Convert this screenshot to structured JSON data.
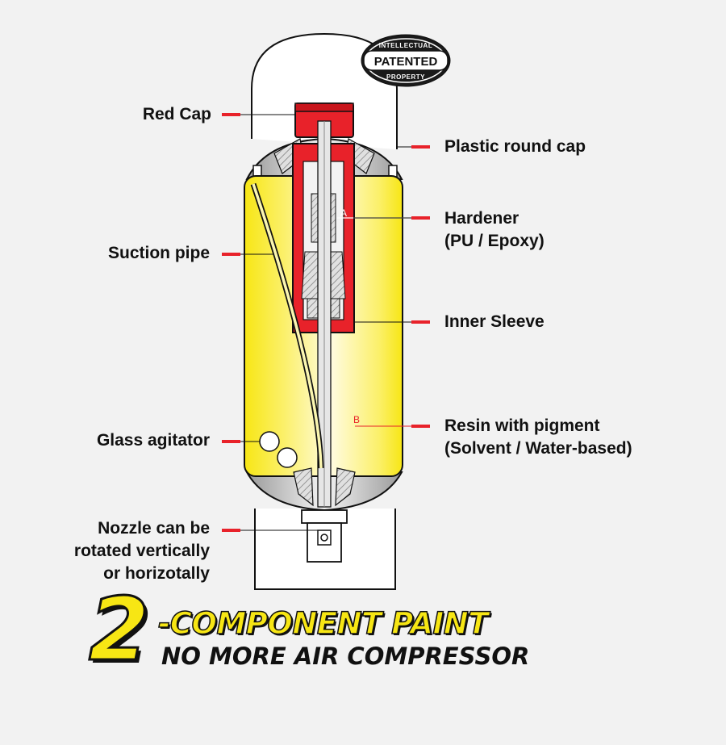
{
  "badge": {
    "top_arc": "INTELLECTUAL",
    "center": "PATENTED",
    "bottom_arc": "PROPERTY"
  },
  "labels": {
    "red_cap": "Red Cap",
    "suction_pipe": "Suction pipe",
    "glass_agitator": "Glass agitator",
    "nozzle_line1": "Nozzle can be",
    "nozzle_line2": "rotated vertically",
    "nozzle_line3": "or horizotally",
    "plastic_round_cap": "Plastic round cap",
    "hardener_line1": "Hardener",
    "hardener_line2": "(PU / Epoxy)",
    "inner_sleeve": "Inner Sleeve",
    "resin_line1": "Resin with pigment",
    "resin_line2": "(Solvent / Water-based)"
  },
  "markers": {
    "a": "A",
    "b": "B"
  },
  "title": {
    "number": "2",
    "line1": "-COMPONENT PAINT",
    "line2": "NO MORE AIR COMPRESSOR"
  },
  "colors": {
    "background": "#f2f2f2",
    "yellow": "#f7e614",
    "red": "#e8222a",
    "grey": "#b8b8b8",
    "outline": "#111111"
  }
}
